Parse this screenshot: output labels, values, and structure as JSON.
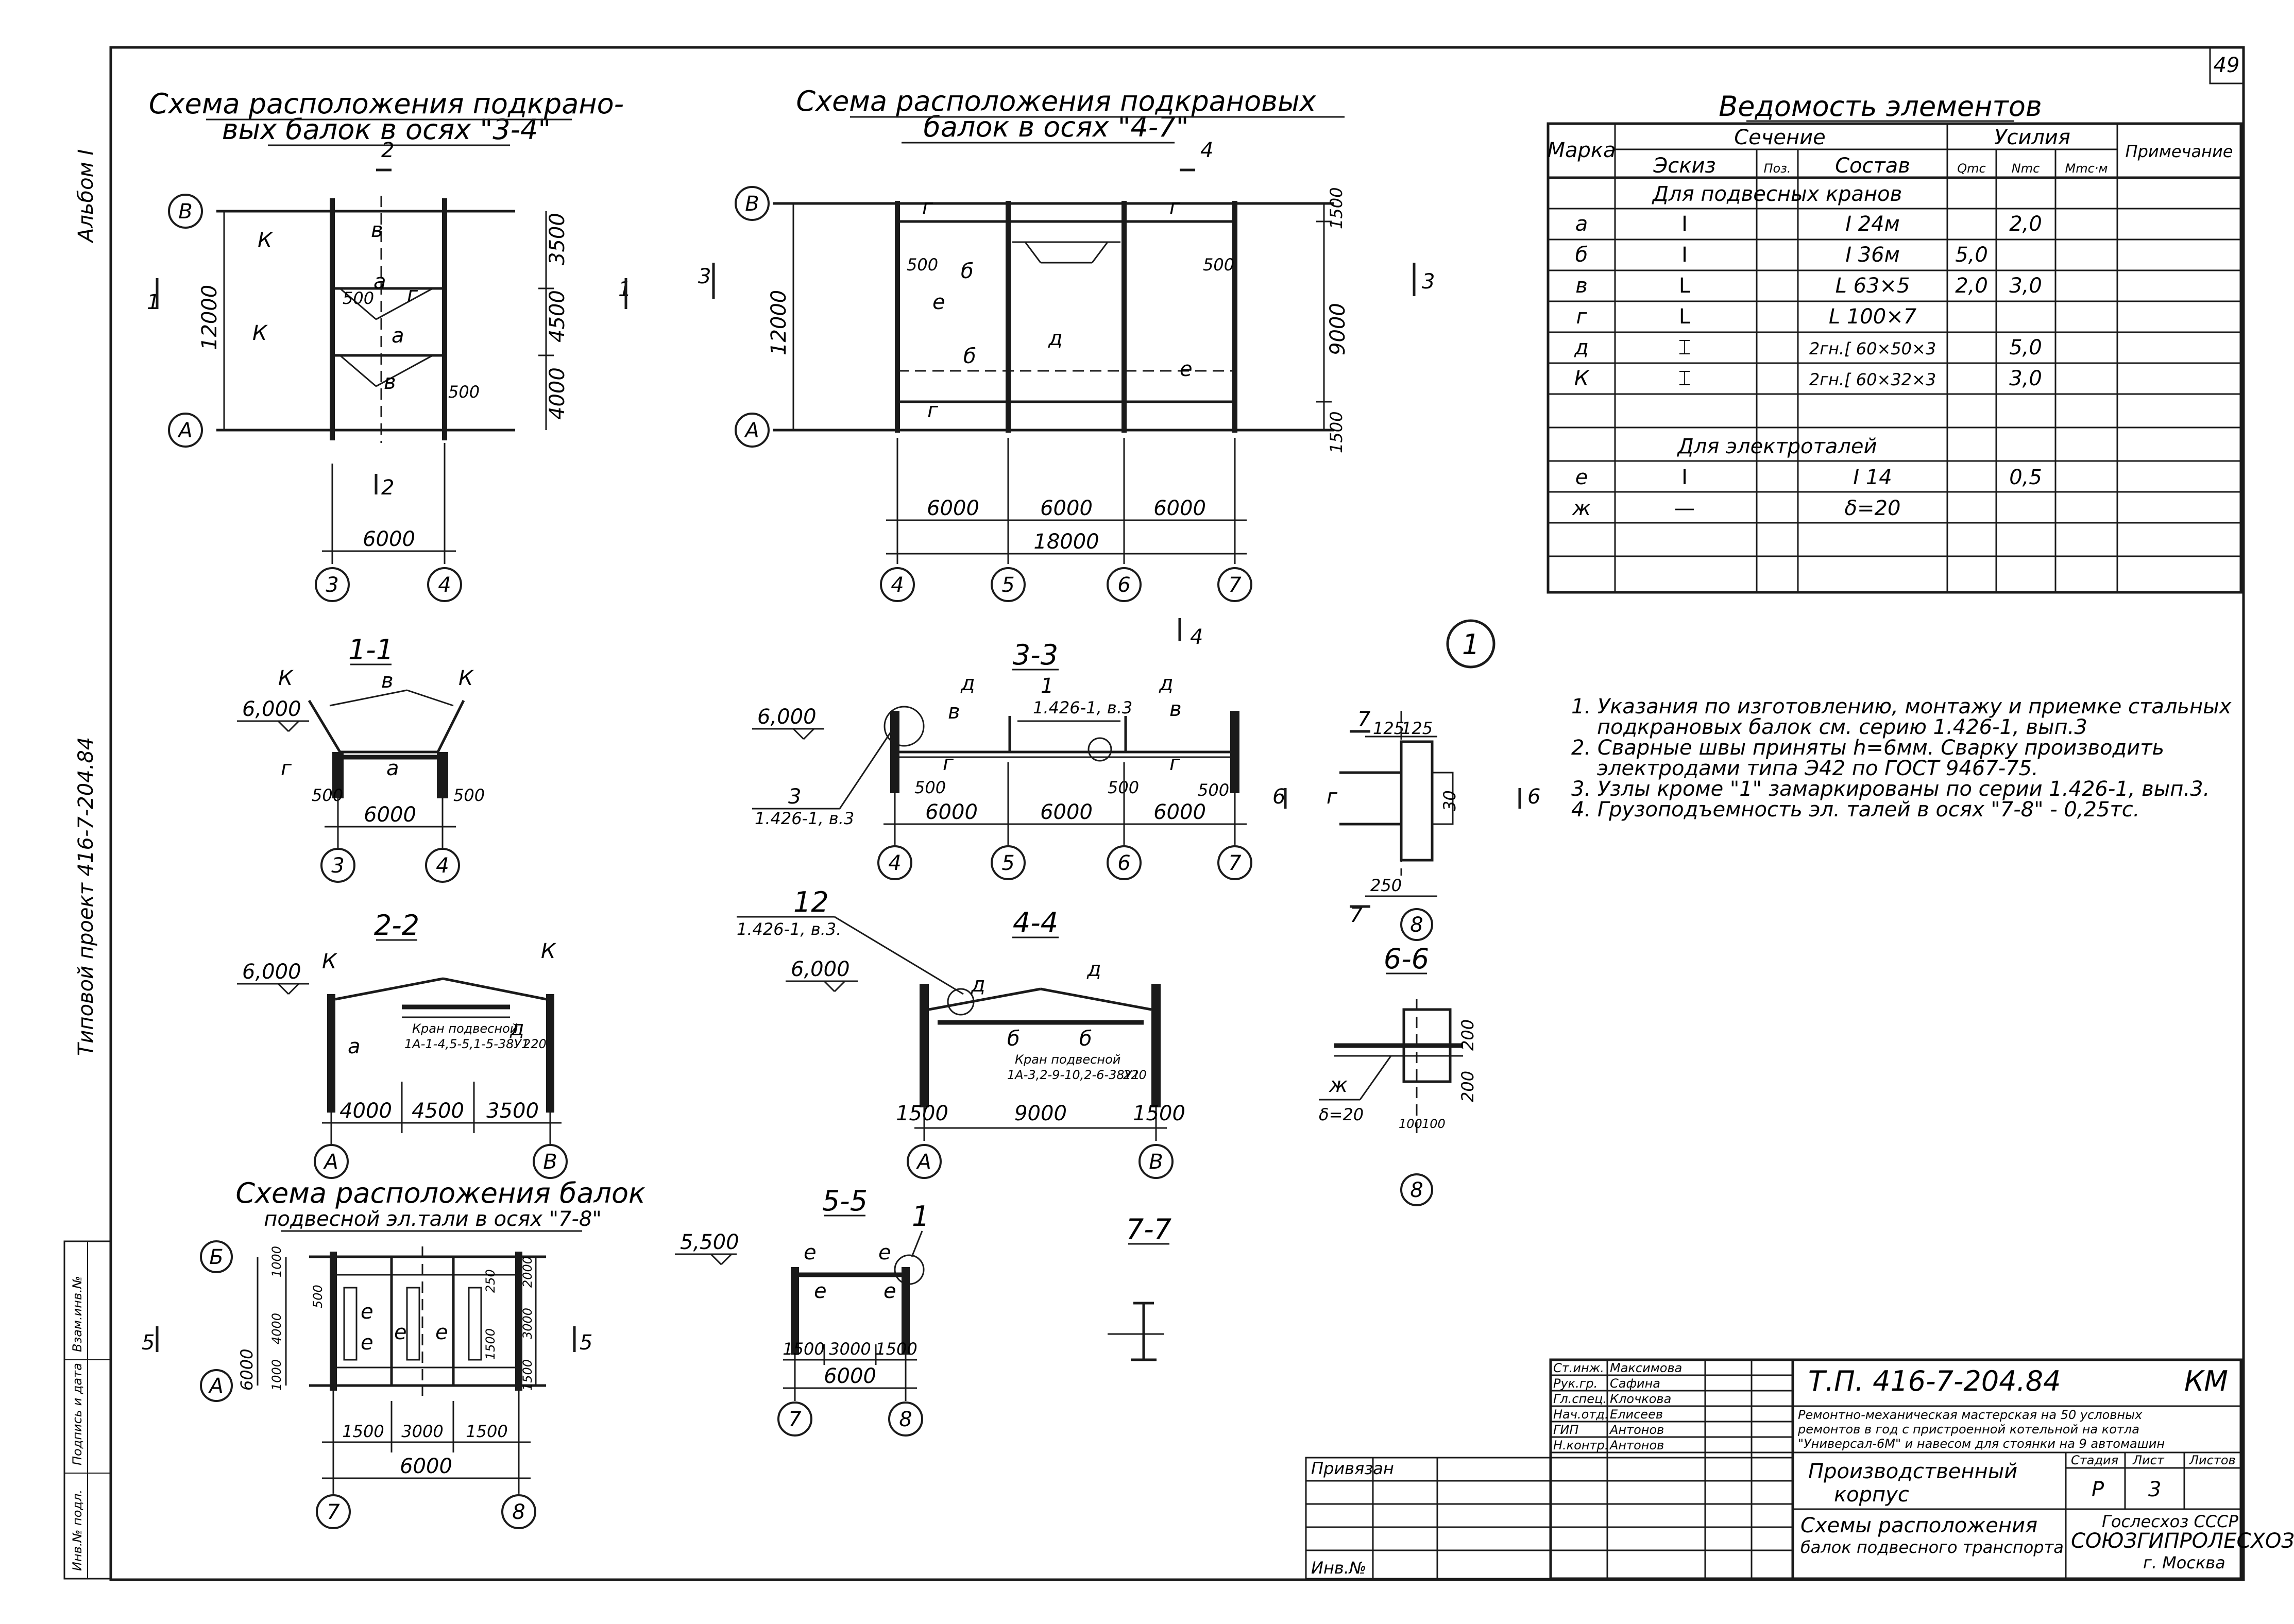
{
  "sheet": {
    "sheet_number": "49",
    "album_label": "Альбом I",
    "side_label": "Типовой проект 416-7-204.84"
  },
  "plan34": {
    "title_line1": "Схема расположения подкрано-",
    "title_line2": "вых балок в осях \"3-4\"",
    "cut_top": "2",
    "cut_bottom": "2",
    "dim_total": "12000",
    "dim_a": "3500",
    "dim_b": "4500",
    "dim_c": "4000",
    "dim_span": "6000",
    "dim_500a": "500",
    "dim_500b": "500",
    "axis_v": "В",
    "axis_a": "А",
    "axis_3": "3",
    "axis_4": "4",
    "m_k1": "К",
    "m_k2": "К",
    "m_v1": "в",
    "m_v2": "в",
    "m_a1": "а",
    "m_a2": "а",
    "m_g": "г",
    "cut1": "1",
    "cut1b": "1"
  },
  "plan47": {
    "title_line1": "Схема расположения подкрановых",
    "title_line2": "балок в осях \"4-7\"",
    "cut_top": "4",
    "cut_bottom": "4",
    "cut3": "3",
    "cut3b": "3",
    "dim_total": "12000",
    "dim_1500a": "1500",
    "dim_9000": "9000",
    "dim_1500b": "1500",
    "dim_s1": "6000",
    "dim_s2": "6000",
    "dim_s3": "6000",
    "dim_full": "18000",
    "dim_500a": "500",
    "dim_500b": "500",
    "axis_v": "В",
    "axis_a": "А",
    "axis_4": "4",
    "axis_5": "5",
    "axis_6": "6",
    "axis_7": "7",
    "m_b1": "б",
    "m_b2": "б",
    "m_d": "д",
    "m_g1": "г",
    "m_g2": "г",
    "m_g3": "г",
    "m_e1": "е",
    "m_e2": "е"
  },
  "sec11": {
    "title": "1-1",
    "level": "6,000",
    "span": "6000",
    "d500a": "500",
    "d500b": "500",
    "axis_3": "3",
    "axis_4": "4",
    "m_k1": "К",
    "m_k2": "К",
    "m_v": "в",
    "m_a": "а",
    "m_g": "г"
  },
  "sec33": {
    "title": "3-3",
    "level": "6,000",
    "ref_num": "3",
    "ref_series": "1.426-1, в.3",
    "node1": "1",
    "node1_series": "1.426-1, в.3",
    "s1": "6000",
    "s2": "6000",
    "s3": "6000",
    "d500a": "500",
    "d500b": "500",
    "d500c": "500",
    "axis_4": "4",
    "axis_5": "5",
    "axis_6": "6",
    "axis_7": "7",
    "m_d1": "д",
    "m_d2": "д",
    "m_v1": "в",
    "m_v2": "в",
    "m_g1": "г",
    "m_g2": "г"
  },
  "sec22": {
    "title": "2-2",
    "level": "6,000",
    "crane_line1": "Кран подвесной",
    "crane_line2": "1А-1-4,5-5,1-5-38У1",
    "crane_dim": "220",
    "d1": "4000",
    "d2": "4500",
    "d3": "3500",
    "axis_a": "А",
    "axis_v": "В",
    "m_k1": "К",
    "m_k2": "К",
    "m_a": "а",
    "m_d": "д"
  },
  "sec44": {
    "title": "4-4",
    "node_num": "12",
    "node_series": "1.426-1, в.3.",
    "level": "6,000",
    "crane_line1": "Кран подвесной",
    "crane_line2": "1А-3,2-9-10,2-6-38У1",
    "crane_dim": "220",
    "d1": "1500",
    "d2": "9000",
    "d3": "1500",
    "axis_a": "А",
    "axis_v": "В",
    "m_d1": "д",
    "m_d2": "д",
    "m_b": "б",
    "m_b2": "б"
  },
  "node1": {
    "label": "1",
    "d125a": "125",
    "d125b": "125",
    "d30": "30",
    "d250": "250",
    "cut7": "7",
    "cut7b": "7",
    "cut6": "6",
    "cut6b": "6",
    "m_g": "г",
    "axis_8": "8"
  },
  "sec66": {
    "title": "6-6",
    "d200a": "200",
    "d200b": "200",
    "d100a": "100",
    "d100b": "100",
    "m_zh": "ж",
    "delta": "δ=20",
    "axis_8": "8"
  },
  "plan78": {
    "title_line1": "Схема расположения балок",
    "title_line2": "подвесной эл.тали в осях \"7-8\"",
    "d_total": "6000",
    "d_1000a": "1000",
    "d_4000": "4000",
    "d_1000b": "1000",
    "d_500": "500",
    "d_250": "250",
    "d_1500a": "1500",
    "d_3000": "3000",
    "d_1500b": "1500",
    "d_2000": "2000",
    "d_1500c": "1500",
    "d_3000b": "3000",
    "d_1500d": "1500",
    "d_span": "6000",
    "axis_b": "Б",
    "axis_a": "А",
    "axis_7": "7",
    "axis_8": "8",
    "cut5": "5",
    "cut5b": "5",
    "m_e1": "е",
    "m_e2": "е",
    "m_e3": "е",
    "m_e4": "е"
  },
  "sec55": {
    "title": "5-5",
    "level": "5,500",
    "node": "1",
    "d1": "1500",
    "d2": "3000",
    "d3": "1500",
    "span": "6000",
    "axis_7": "7",
    "axis_8": "8",
    "m_e1": "е",
    "m_e2": "е",
    "m_e3": "е",
    "m_e4": "е"
  },
  "sec77": {
    "title": "7-7"
  },
  "table": {
    "title": "Ведомость элементов",
    "h_mark": "Марка",
    "h_section": "Сечение",
    "h_forces": "Усилия",
    "h_note": "Примечание",
    "h_sketch": "Эскиз",
    "h_pos": "Поз.",
    "h_comp": "Состав",
    "h_q": "Qmc",
    "h_n": "Nmc",
    "h_m": "Mmc·м",
    "group1": "Для подвесных кранов",
    "group2": "Для электроталей",
    "rows": [
      {
        "mark": "а",
        "sketch": "I",
        "comp": "I 24м",
        "q": "",
        "n": "2,0",
        "m": ""
      },
      {
        "mark": "б",
        "sketch": "I",
        "comp": "I 36м",
        "q": "5,0",
        "n": "",
        "m": ""
      },
      {
        "mark": "в",
        "sketch": "L",
        "comp": "L 63×5",
        "q": "2,0",
        "n": "3,0",
        "m": ""
      },
      {
        "mark": "г",
        "sketch": "L",
        "comp": "L 100×7",
        "q": "",
        "n": "",
        "m": ""
      },
      {
        "mark": "д",
        "sketch": "⌶",
        "comp": "2гн.[ 60×50×3",
        "q": "",
        "n": "5,0",
        "m": ""
      },
      {
        "mark": "К",
        "sketch": "⌶",
        "comp": "2гн.[ 60×32×3",
        "q": "",
        "n": "3,0",
        "m": ""
      }
    ],
    "rows2": [
      {
        "mark": "е",
        "sketch": "I",
        "comp": "I 14",
        "q": "",
        "n": "0,5",
        "m": ""
      },
      {
        "mark": "ж",
        "sketch": "—",
        "comp": "δ=20",
        "q": "",
        "n": "",
        "m": ""
      }
    ]
  },
  "notes": [
    "1. Указания по изготовлению, монтажу и приемке стальных",
    "подкрановых балок см. серию 1.426-1, вып.3",
    "2. Сварные швы приняты h=6мм. Сварку производить",
    "электродами типа Э42 по ГОСТ 9467-75.",
    "3. Узлы кроме \"1\" замаркированы по серии 1.426-1, вып.3.",
    "4. Грузоподъемность эл. талей в осях \"7-8\" - 0,25тс."
  ],
  "stamp": {
    "code": "Т.П. 416-7-204.84",
    "mark": "КМ",
    "roles": [
      {
        "role": "Ст.инж.",
        "name": "Максимова"
      },
      {
        "role": "Рук.гр.",
        "name": "Сафина"
      },
      {
        "role": "Гл.спец.",
        "name": "Клочкова"
      },
      {
        "role": "Нач.отд.",
        "name": "Елисеев"
      },
      {
        "role": "ГИП",
        "name": "Антонов"
      },
      {
        "role": "Н.контр.",
        "name": "Антонов"
      }
    ],
    "project_line1": "Ремонтно-механическая мастерская на 50 условных",
    "project_line2": "ремонтов в год с пристроенной котельной на котла",
    "project_line3": "\"Универсал-6М\" и навесом для стоянки на 9 автомашин",
    "building_line1": "Производственный",
    "building_line2": "корпус",
    "h_stage": "Стадия",
    "h_sheet": "Лист",
    "h_sheets": "Листов",
    "stage": "Р",
    "sheet": "3",
    "drawing_line1": "Схемы расположения",
    "drawing_line2": "балок подвесного транспорта",
    "org_line1": "Гослесхоз СССР",
    "org_line2": "СОЮЗГИПРОЛЕСХОЗ",
    "org_line3": "г. Москва",
    "privyazan": "Привязан",
    "inv": "Инв.№"
  },
  "left_strip": {
    "inv_orig": "Инв.№ подл.",
    "sign_date": "Подпись и дата",
    "vzam": "Взам.инв.№"
  }
}
